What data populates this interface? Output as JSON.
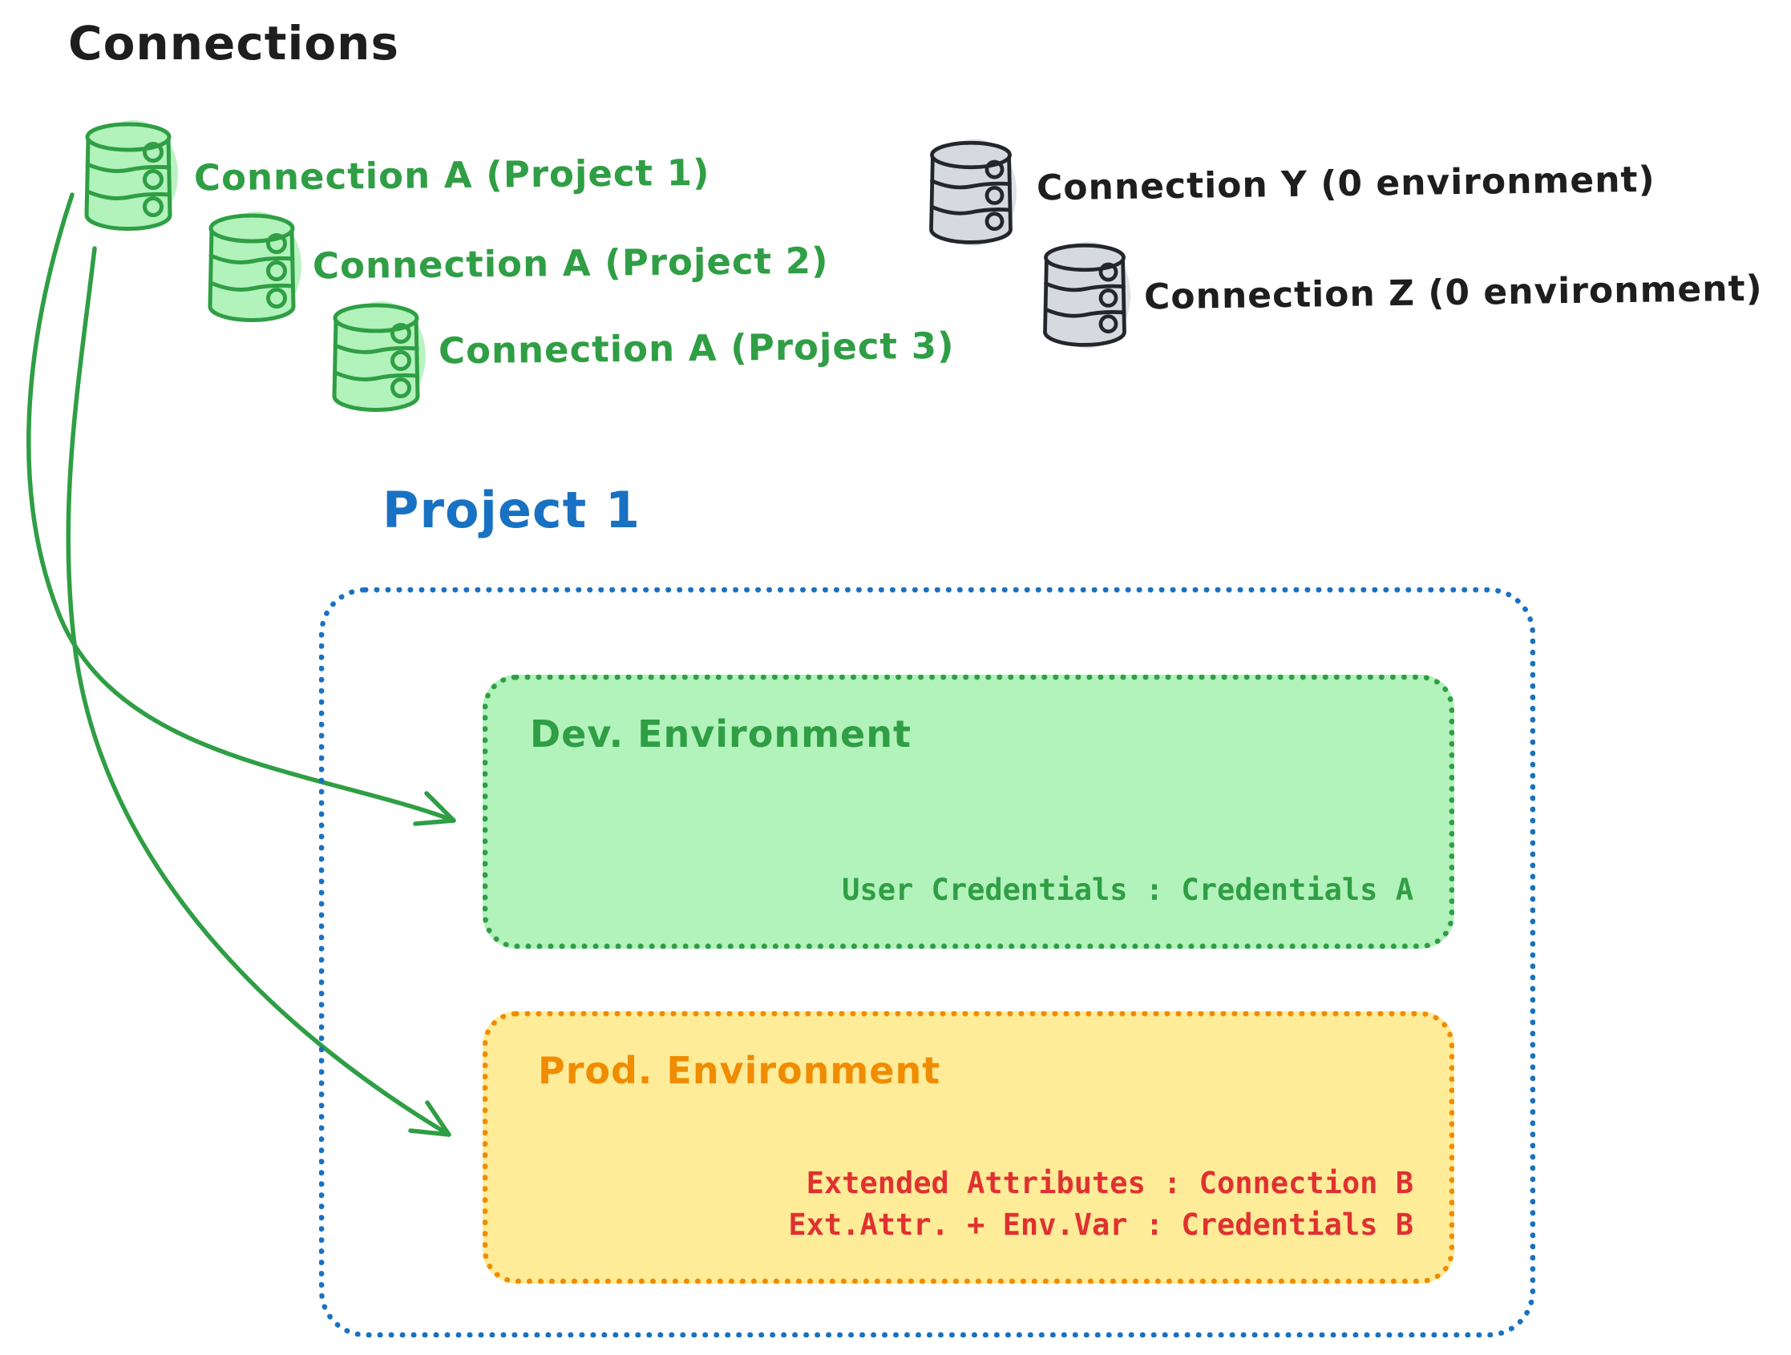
{
  "diagram": {
    "title": "Connections",
    "project_title": "Project 1"
  },
  "colors": {
    "green_stroke": "#2f9e44",
    "green_fill": "#b2f2bb",
    "gray_stroke": "#23272b",
    "gray_fill": "#d6dade",
    "blue": "#1971c2",
    "orange": "#f08c00",
    "yellow_fill": "#ffec99",
    "red": "#e03131",
    "ink": "#1e1e1e"
  },
  "connections": {
    "project_a": [
      {
        "label": "Connection A (Project 1)"
      },
      {
        "label": "Connection A (Project 2)"
      },
      {
        "label": "Connection A (Project 3)"
      }
    ],
    "unassigned": [
      {
        "label": "Connection Y (0 environment)"
      },
      {
        "label": "Connection Z (0 environment)"
      }
    ]
  },
  "project": {
    "dev": {
      "name": "Dev. Environment",
      "mapping": "User Credentials : Credentials A"
    },
    "prod": {
      "name": "Prod. Environment",
      "mapping_line1": "Extended Attributes : Connection B",
      "mapping_line2": "Ext.Attr. + Env.Var : Credentials B"
    }
  }
}
